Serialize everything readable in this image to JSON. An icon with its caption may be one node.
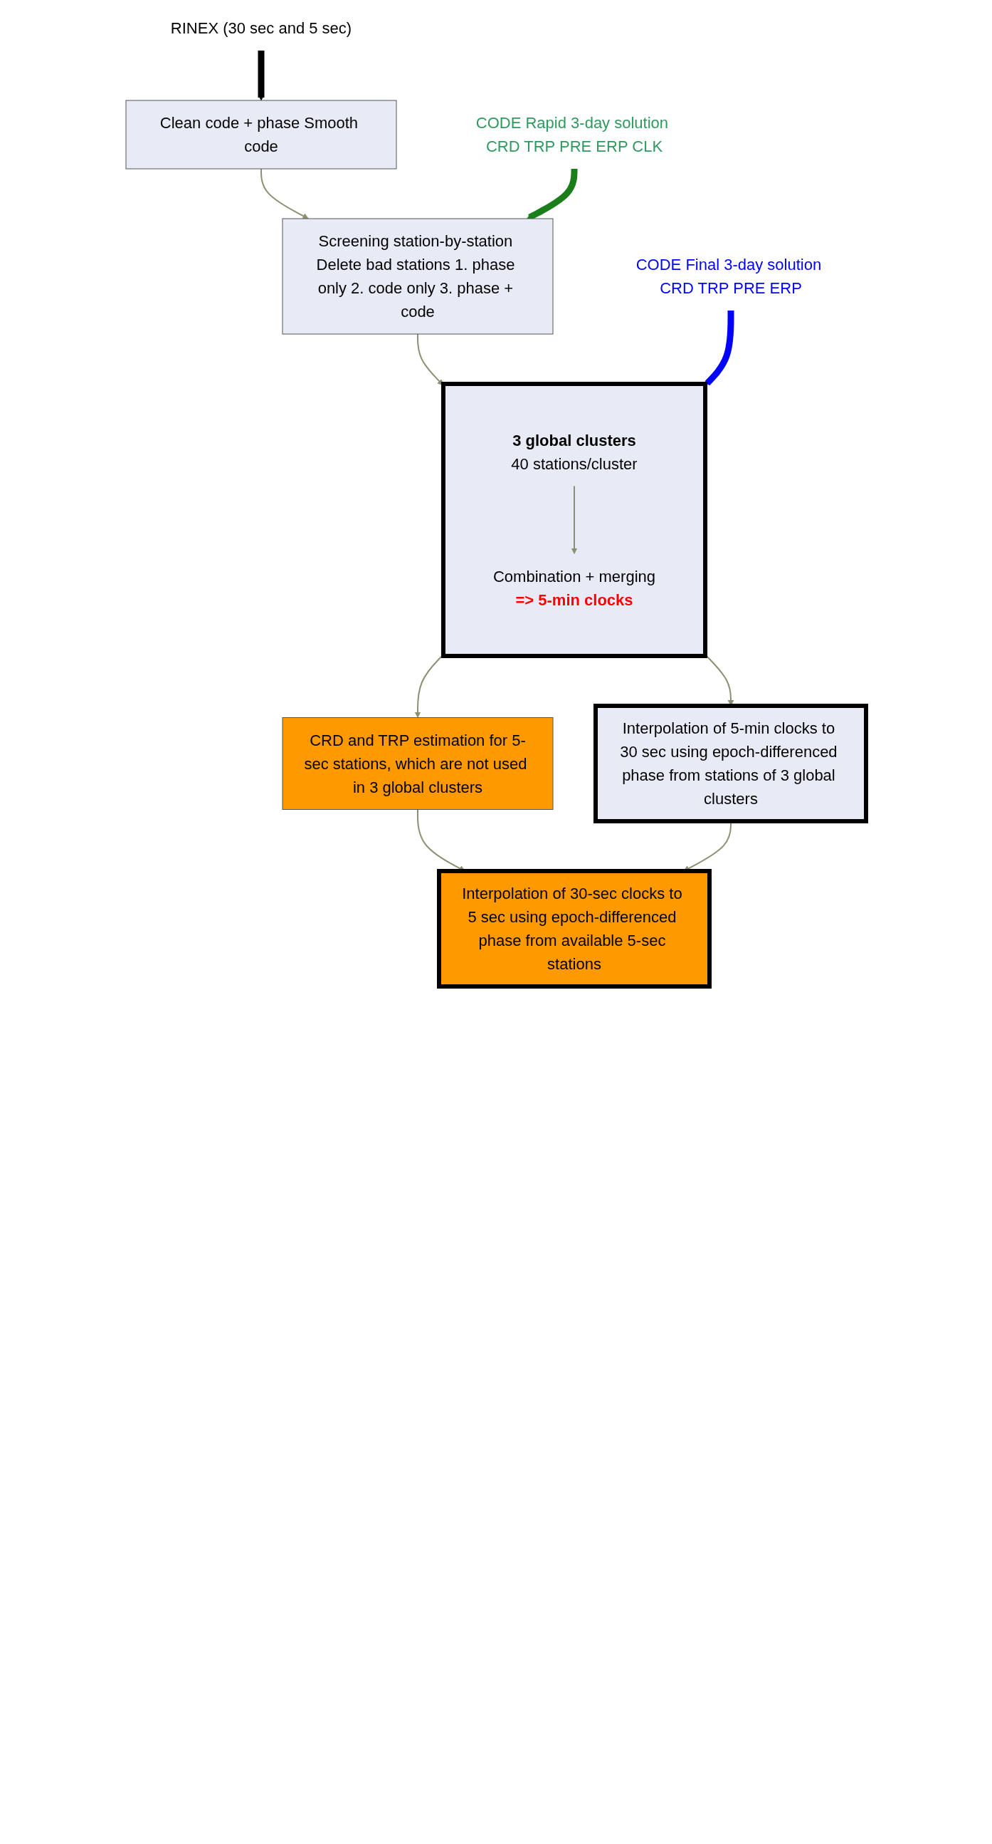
{
  "diagram": {
    "nodes": [
      {
        "text": [
          "Clean code + phase Smooth code"
        ]
      },
      {
        "text": [
          "RINEX (30 sec and 5 sec)"
        ]
      },
      {
        "text": [
          "Screening station-by-station Delete bad stations 1. phase only 2. code only 3. phase + code"
        ]
      },
      {
        "text": [
          "CODE Rapid 3-day solution CRD TRP PRE ERP CLK"
        ]
      },
      {
        "text": [],
        "shape": "box"
      },
      {
        "text": [
          "3 global clusters",
          "40 stations/cluster"
        ],
        "in": 4
      },
      {
        "text": [
          "Combination + merging",
          "=> 5-min clocks"
        ],
        "in": 4
      },
      {
        "text": [
          "CODE Final 3-day solution CRD TRP PRE ERP"
        ]
      },
      {
        "text": [
          "Interpolation of 5-min clocks to 30 sec using epoch-differenced phase from stations of 3 global clusters"
        ]
      },
      {
        "text": [
          "CRD and TRP estimation for 5-sec stations, which are not used in 3 global clusters"
        ]
      },
      {
        "text": [
          "Interpolation of 30-sec clocks to 5 sec using epoch-differenced phase from available 5-sec stations"
        ]
      }
    ],
    "edges": [
      {
        "from": 1,
        "to": 0,
        "arrow": "to",
        "style": "thick",
        "color": "#000000"
      },
      {
        "from": 0,
        "to": 2,
        "arrow": "to"
      },
      {
        "from": 3,
        "to": 2,
        "arrow": "to",
        "style": "thick",
        "color": "#1a7f1a"
      },
      {
        "from": 2,
        "to": 4,
        "arrow": "to"
      },
      {
        "from": 7,
        "to": 4,
        "arrow": "to",
        "style": "thick",
        "color": "#0000ff"
      },
      {
        "from": 5,
        "to": 6,
        "arrow": "to"
      },
      {
        "from": 4,
        "to": 8,
        "arrow": "to"
      },
      {
        "from": 4,
        "to": 9,
        "arrow": "to"
      },
      {
        "from": 9,
        "to": 10,
        "arrow": "to"
      },
      {
        "from": 8,
        "to": 10,
        "arrow": "to"
      }
    ]
  }
}
